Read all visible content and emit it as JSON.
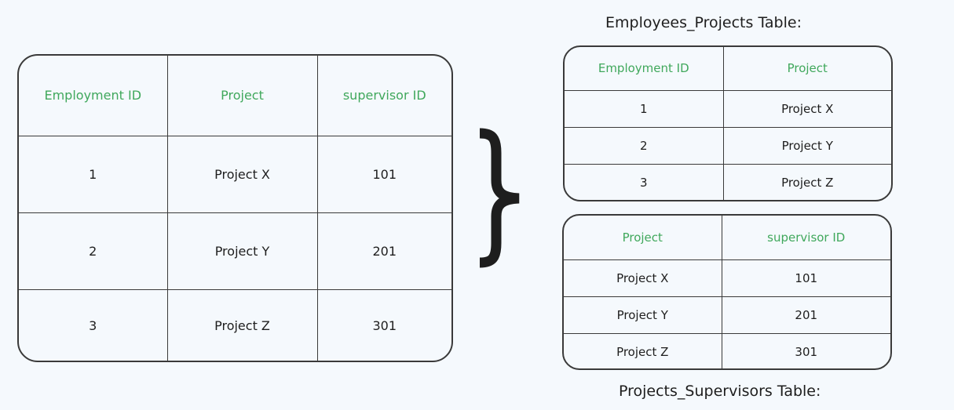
{
  "main_table": {
    "headers": [
      "Employment ID",
      "Project",
      "supervisor ID"
    ],
    "rows": [
      [
        "1",
        "Project X",
        "101"
      ],
      [
        "2",
        "Project Y",
        "201"
      ],
      [
        "3",
        "Project Z",
        "301"
      ]
    ]
  },
  "employees_projects": {
    "title": "Employees_Projects Table:",
    "headers": [
      "Employment ID",
      "Project"
    ],
    "rows": [
      [
        "1",
        "Project X"
      ],
      [
        "2",
        "Project Y"
      ],
      [
        "3",
        "Project Z"
      ]
    ]
  },
  "projects_supervisors": {
    "title": "Projects_Supervisors Table:",
    "headers": [
      "Project",
      "supervisor ID"
    ],
    "rows": [
      [
        "Project X",
        "101"
      ],
      [
        "Project Y",
        "201"
      ],
      [
        "Project Z",
        "301"
      ]
    ]
  },
  "colors": {
    "header_text": "#40a85c",
    "background": "#f5f9fd",
    "stroke": "#3a3a3a"
  },
  "icons": {
    "brace": "right-curly-brace-icon"
  }
}
